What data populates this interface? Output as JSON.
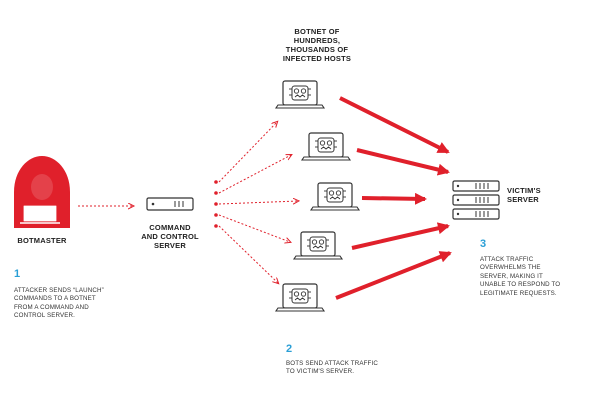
{
  "labels": {
    "botnet": "BOTNET OF\nHUNDREDS,\nTHOUSANDS OF\nINFECTED HOSTS",
    "botmaster": "BOTMASTER",
    "cnc": "COMMAND\nAND CONTROL\nSERVER",
    "victim": "VICTIM'S\nSERVER"
  },
  "steps": [
    {
      "num": "1",
      "text": "ATTACKER SENDS “LAUNCH”\nCOMMANDS TO A BOTNET\nFROM A COMMAND AND\nCONTROL SERVER."
    },
    {
      "num": "2",
      "text": "BOTS SEND ATTACK TRAFFIC\nTO VICTIM'S SERVER."
    },
    {
      "num": "3",
      "text": "ATTACK TRAFFIC\nOVERWHELMS THE\nSERVER, MAKING IT\nUNABLE TO RESPOND TO\nLEGITIMATE REQUESTS."
    }
  ],
  "colors": {
    "accent": "#e0202b",
    "stepnum": "#2a9fd6",
    "outline": "#333333"
  },
  "icons": {
    "botmaster": "hooded-hacker-icon",
    "cnc": "server-rack-icon",
    "bot": "infected-laptop-icon",
    "victim": "server-stack-icon"
  }
}
